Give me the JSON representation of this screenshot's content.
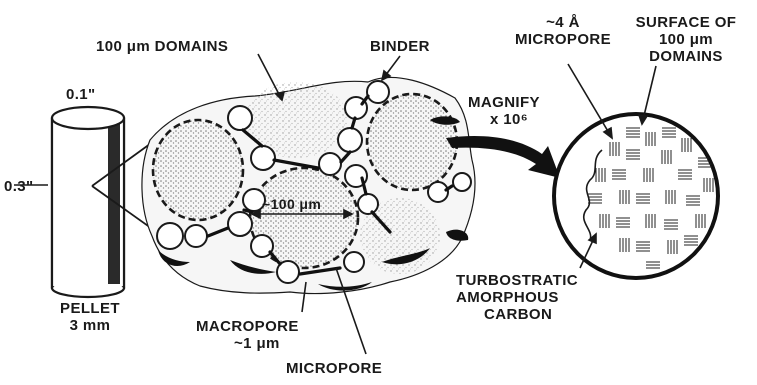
{
  "labels": {
    "domains": "100 μm DOMAINS",
    "binder": "BINDER",
    "micropore_top_1": "~4 Å",
    "micropore_top_2": "MICROPORE",
    "surface_1": "SURFACE OF",
    "surface_2": "100 μm",
    "surface_3": "DOMAINS",
    "dim_top": "0.1\"",
    "dim_side": "0.3\"",
    "magnify_1": "MAGNIFY",
    "magnify_2": "x 10⁶",
    "domain_size": "~100 μm",
    "pellet_1": "PELLET",
    "pellet_2": "3 mm",
    "macropore_1": "MACROPORE",
    "macropore_2": "~1 μm",
    "micropore_bottom": "MICROPORE",
    "turbo_1": "TURBOSTRATIC",
    "turbo_2": "AMORPHOUS",
    "turbo_3": "CARBON"
  }
}
